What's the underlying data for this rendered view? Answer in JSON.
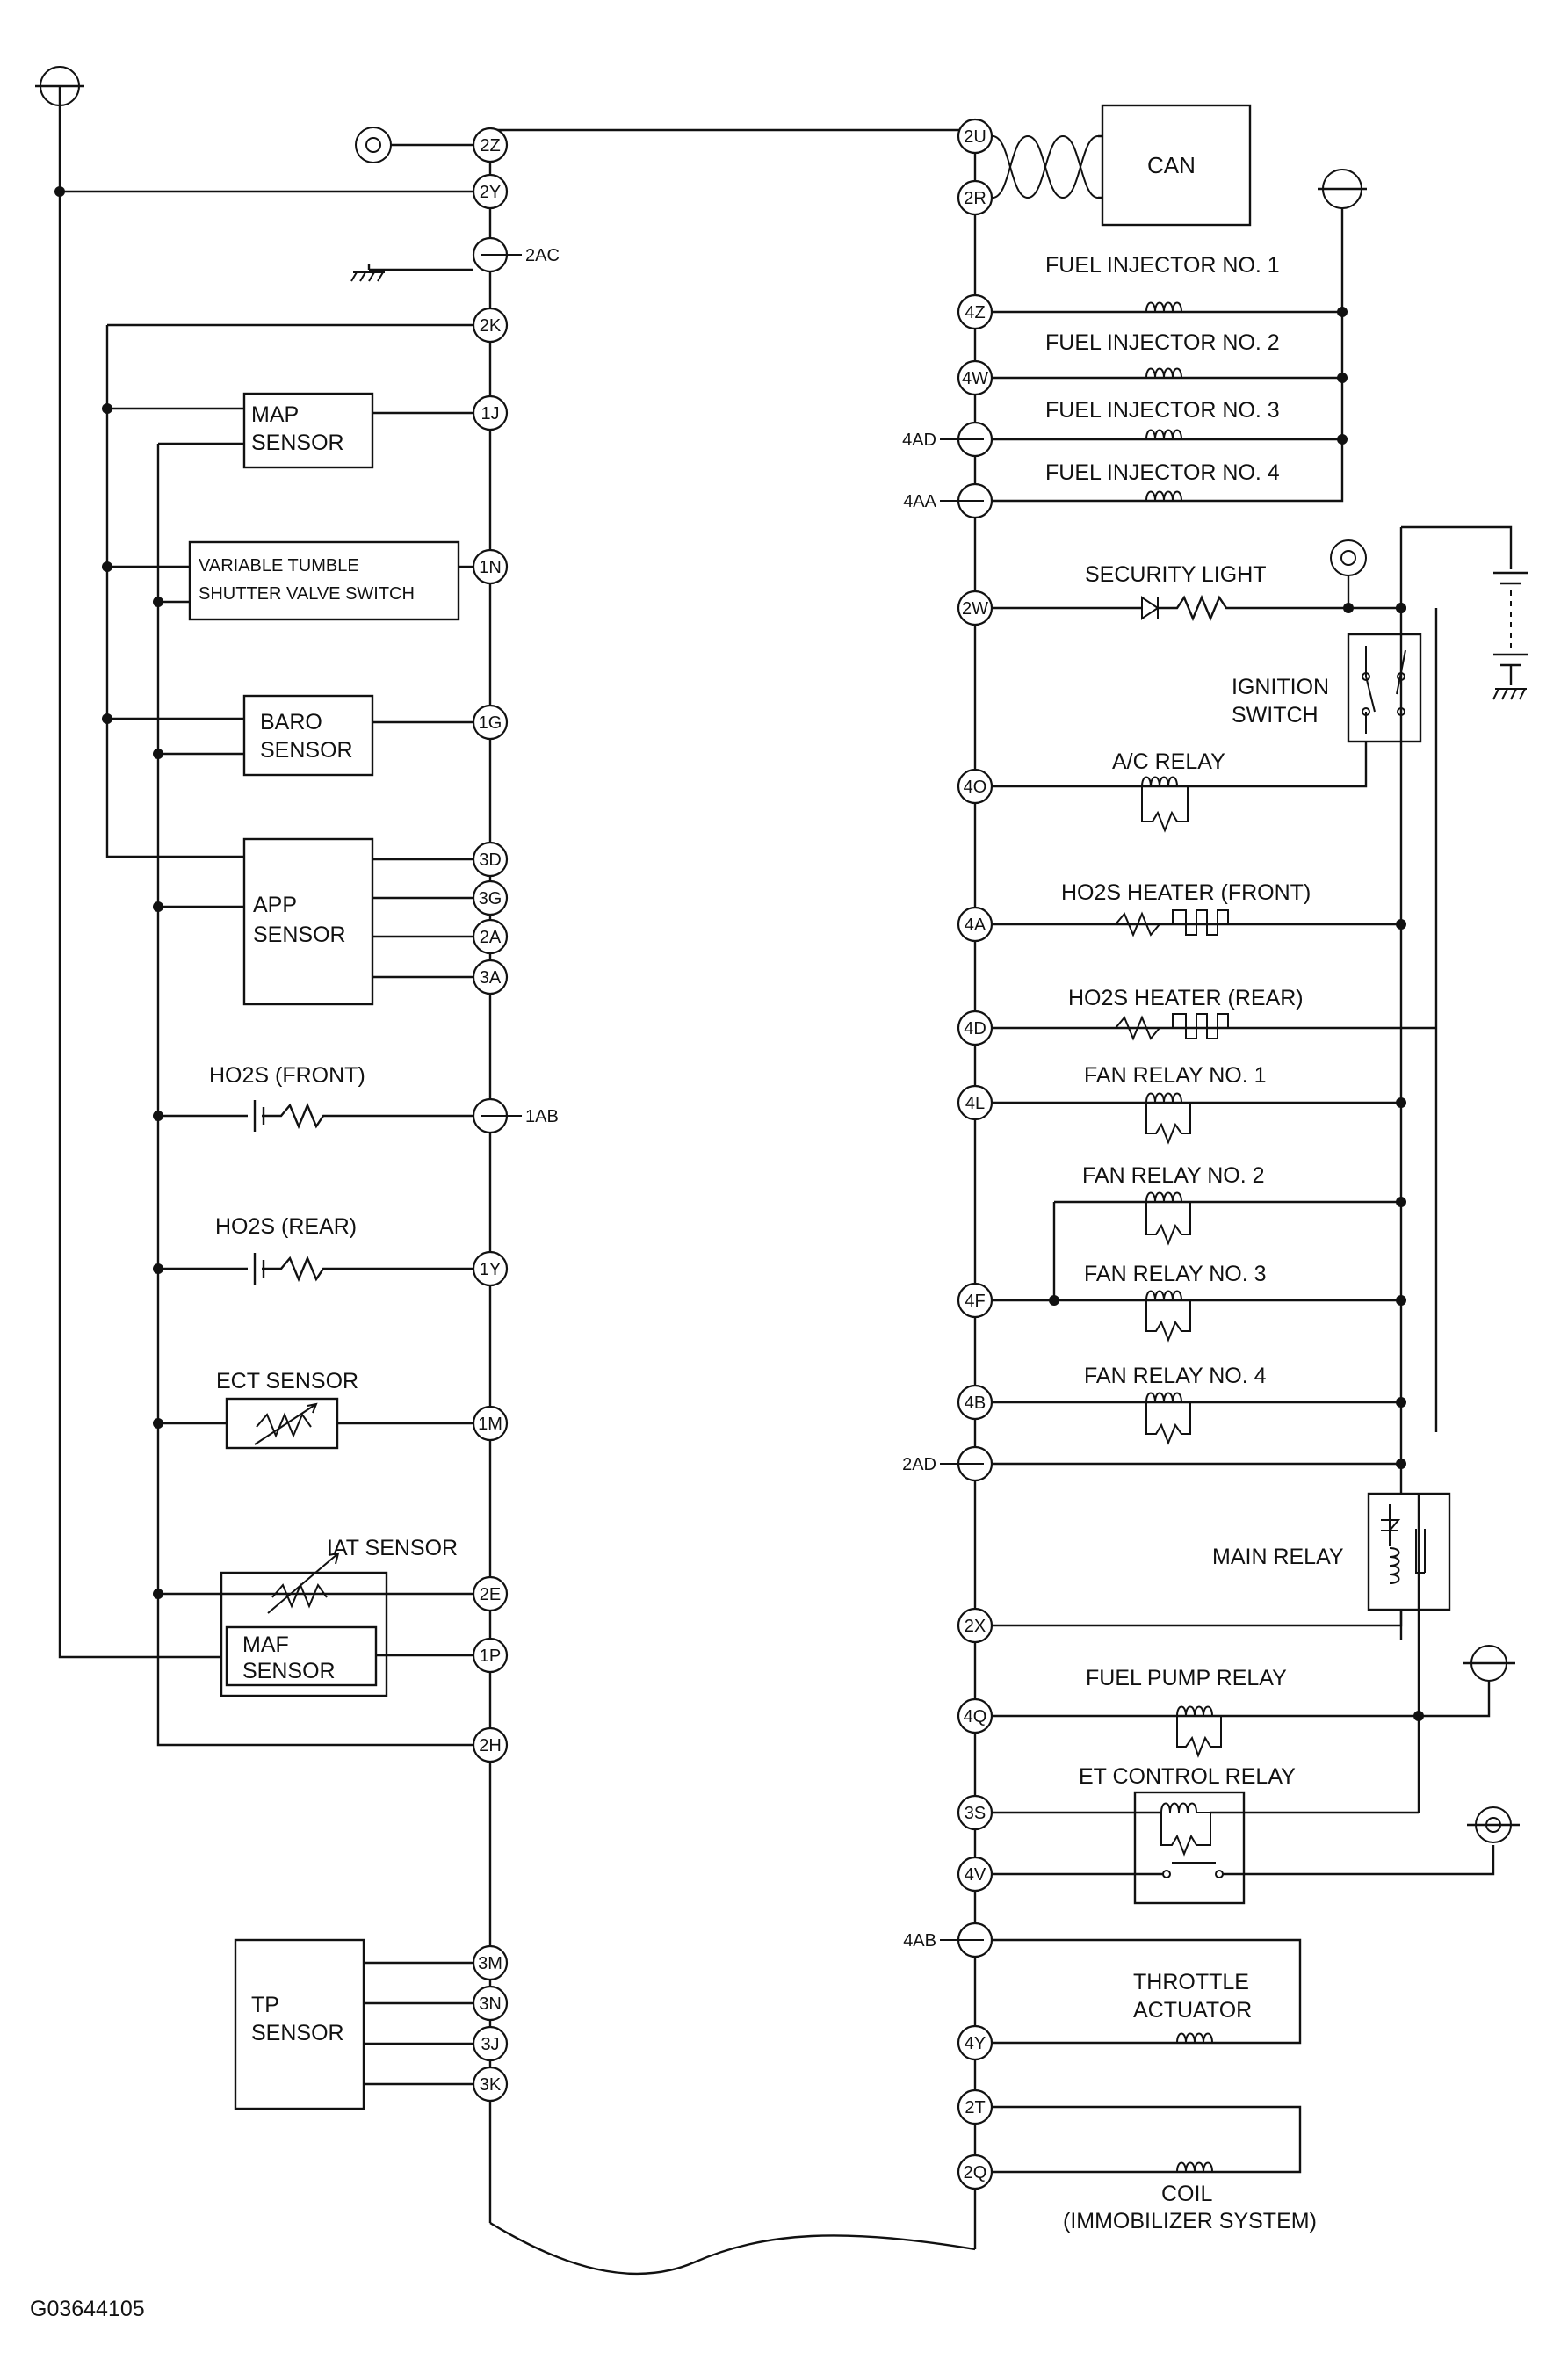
{
  "figure_id": "G03644105",
  "left_pins": [
    {
      "id": "2Z"
    },
    {
      "id": "2Y"
    },
    {
      "id": "2AC"
    },
    {
      "id": "2K"
    },
    {
      "id": "1J"
    },
    {
      "id": "1N"
    },
    {
      "id": "1G"
    },
    {
      "id": "3D"
    },
    {
      "id": "3G"
    },
    {
      "id": "2A"
    },
    {
      "id": "3A"
    },
    {
      "id": "1AB"
    },
    {
      "id": "1Y"
    },
    {
      "id": "1M"
    },
    {
      "id": "2E"
    },
    {
      "id": "1P"
    },
    {
      "id": "2H"
    },
    {
      "id": "3M"
    },
    {
      "id": "3N"
    },
    {
      "id": "3J"
    },
    {
      "id": "3K"
    }
  ],
  "right_pins": [
    {
      "id": "2U"
    },
    {
      "id": "2R"
    },
    {
      "id": "4Z"
    },
    {
      "id": "4W"
    },
    {
      "id": "4AD"
    },
    {
      "id": "4AA"
    },
    {
      "id": "2W"
    },
    {
      "id": "4O"
    },
    {
      "id": "4A"
    },
    {
      "id": "4D"
    },
    {
      "id": "4L"
    },
    {
      "id": "4F"
    },
    {
      "id": "4B"
    },
    {
      "id": "2AD"
    },
    {
      "id": "2X"
    },
    {
      "id": "4Q"
    },
    {
      "id": "3S"
    },
    {
      "id": "4V"
    },
    {
      "id": "4AB"
    },
    {
      "id": "4Y"
    },
    {
      "id": "2T"
    },
    {
      "id": "2Q"
    }
  ],
  "components_left": {
    "map_sensor": [
      "MAP",
      "SENSOR"
    ],
    "tumble_switch": [
      "VARIABLE TUMBLE",
      "SHUTTER VALVE SWITCH"
    ],
    "baro_sensor": [
      "BARO",
      "SENSOR"
    ],
    "app_sensor": [
      "APP",
      "SENSOR"
    ],
    "ho2s_front": "HO2S (FRONT)",
    "ho2s_rear": "HO2S (REAR)",
    "ect_sensor": "ECT SENSOR",
    "iat_sensor": "IAT SENSOR",
    "maf_sensor": [
      "MAF",
      "SENSOR"
    ],
    "tp_sensor": [
      "TP",
      "SENSOR"
    ]
  },
  "components_right": {
    "can": "CAN",
    "inj1": "FUEL INJECTOR NO. 1",
    "inj2": "FUEL INJECTOR NO. 2",
    "inj3": "FUEL INJECTOR NO. 3",
    "inj4": "FUEL INJECTOR NO. 4",
    "security_light": "SECURITY LIGHT",
    "ignition_switch": [
      "IGNITION",
      "SWITCH"
    ],
    "ac_relay": "A/C RELAY",
    "ho2s_heater_front": "HO2S HEATER (FRONT)",
    "ho2s_heater_rear": "HO2S HEATER (REAR)",
    "fan_relay_1": "FAN RELAY NO. 1",
    "fan_relay_2": "FAN RELAY NO. 2",
    "fan_relay_3": "FAN RELAY NO. 3",
    "fan_relay_4": "FAN RELAY NO. 4",
    "main_relay": "MAIN RELAY",
    "fuel_pump_relay": "FUEL PUMP RELAY",
    "et_control_relay": "ET CONTROL RELAY",
    "throttle_actuator": [
      "THROTTLE",
      "ACTUATOR"
    ],
    "coil": [
      "COIL",
      "(IMMOBILIZER SYSTEM)"
    ]
  }
}
